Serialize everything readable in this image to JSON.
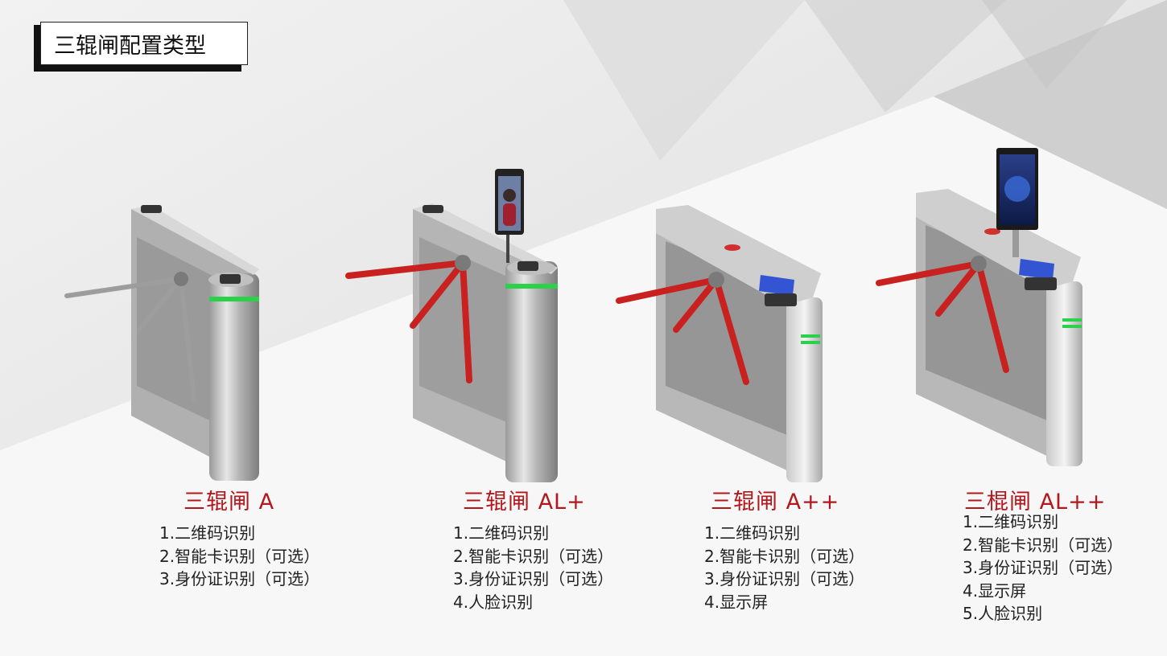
{
  "title": "三辊闸配置类型",
  "colors": {
    "accent": "#b3171c",
    "arm": "#c8211f",
    "led": "#2bd14a"
  },
  "products": [
    {
      "name": "三辊闸 A",
      "features": [
        "1.二维码识别",
        "2.智能卡识别（可选）",
        "3.身份证识别（可选）"
      ]
    },
    {
      "name": "三辊闸 AL+",
      "features": [
        "1.二维码识别",
        "2.智能卡识别（可选）",
        "3.身份证识别（可选）",
        "4.人脸识别"
      ]
    },
    {
      "name": "三辊闸 A++",
      "features": [
        "1.二维码识别",
        "2.智能卡识别（可选）",
        "3.身份证识别（可选）",
        "4.显示屏"
      ]
    },
    {
      "name": "三棍闸 AL++",
      "features": [
        "1.二维码识别",
        "2.智能卡识别（可选）",
        "3.身份证识别（可选）",
        "4.显示屏",
        "5.人脸识别"
      ]
    }
  ]
}
